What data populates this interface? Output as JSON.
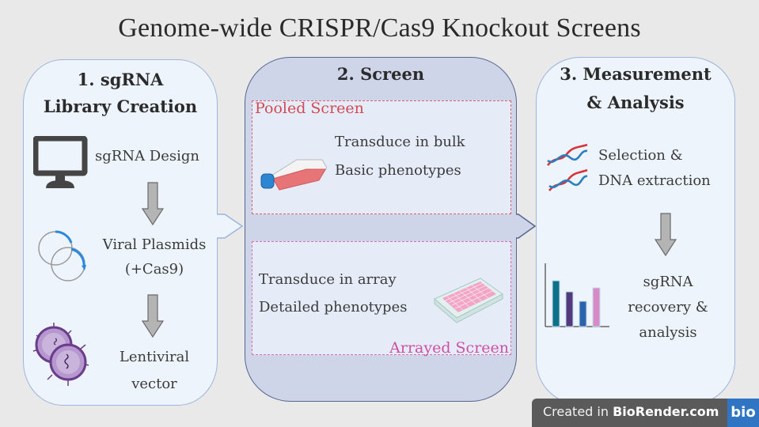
{
  "title": "Genome-wide CRISPR/Cas9 Knockout Screens",
  "panels": {
    "library": {
      "title_line1": "1. sgRNA",
      "title_line2": "Library Creation",
      "steps": [
        {
          "icon": "monitor-icon",
          "label": "sgRNA Design"
        },
        {
          "icon": "plasmid-icon",
          "label_line1": "Viral Plasmids",
          "label_line2": "(+Cas9)"
        },
        {
          "icon": "virus-icon",
          "label_line1": "Lentiviral",
          "label_line2": "vector"
        }
      ]
    },
    "screen": {
      "title": "2. Screen",
      "pooled": {
        "label": "Pooled Screen",
        "icon": "cell-culture-flask-icon",
        "line1": "Transduce in bulk",
        "line2": "Basic phenotypes",
        "color": "#d04b55"
      },
      "arrayed": {
        "label": "Arrayed Screen",
        "icon": "well-plate-icon",
        "line1": "Transduce in array",
        "line2": "Detailed phenotypes",
        "color": "#cf4fa6"
      }
    },
    "measurement": {
      "title_line1": "3. Measurement",
      "title_line2": "& Analysis",
      "steps": [
        {
          "icon": "dna-icon",
          "label_line1": "Selection &",
          "label_line2": "DNA extraction"
        },
        {
          "icon": "bar-chart-icon",
          "label_line1": "sgRNA",
          "label_line2": "recovery &",
          "label_line3": "analysis"
        }
      ]
    }
  },
  "badge": {
    "prefix": "Created in ",
    "brand": "BioRender.com",
    "logo": "bio"
  }
}
